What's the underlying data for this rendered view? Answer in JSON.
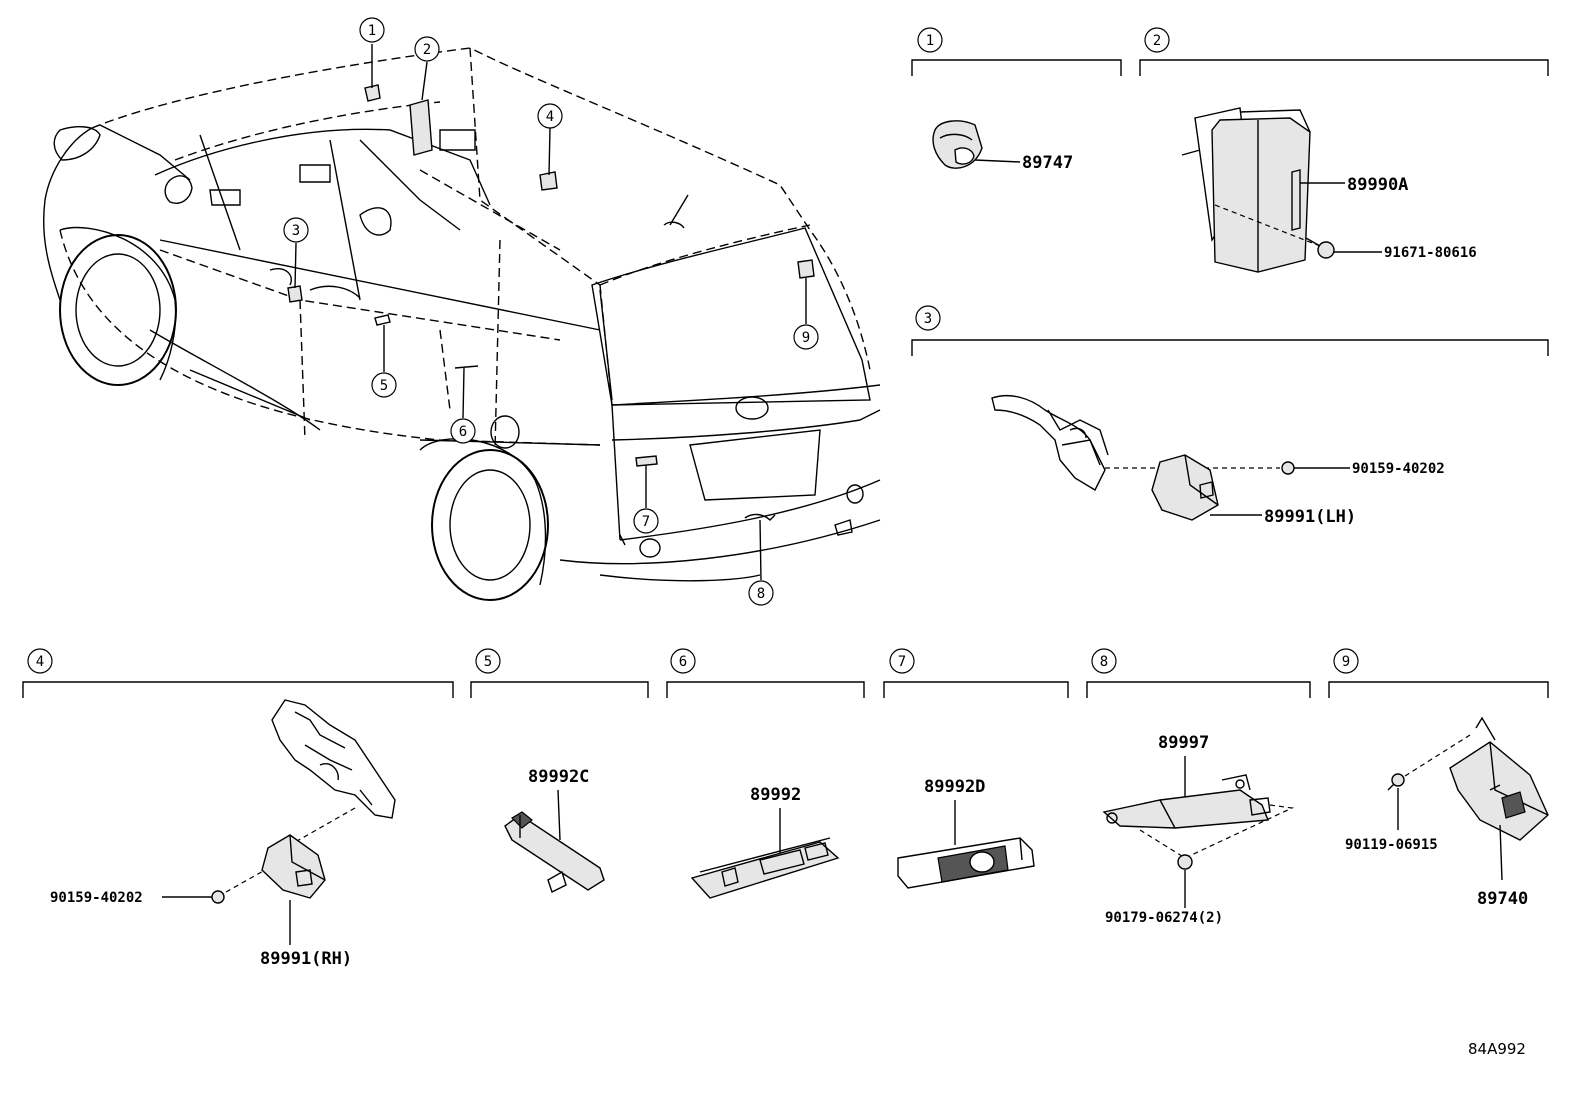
{
  "callouts": [
    "1",
    "2",
    "3",
    "4",
    "5",
    "6",
    "7",
    "8",
    "9"
  ],
  "sections": {
    "s1": {
      "num": "1",
      "parts": [
        "89747"
      ]
    },
    "s2": {
      "num": "2",
      "parts": [
        "89990A",
        "91671-80616"
      ]
    },
    "s3": {
      "num": "3",
      "parts": [
        "90159-40202",
        "89991(LH)"
      ]
    },
    "s4": {
      "num": "4",
      "parts": [
        "90159-40202",
        "89991(RH)"
      ]
    },
    "s5": {
      "num": "5",
      "parts": [
        "89992C"
      ]
    },
    "s6": {
      "num": "6",
      "parts": [
        "89992"
      ]
    },
    "s7": {
      "num": "7",
      "parts": [
        "89992D"
      ]
    },
    "s8": {
      "num": "8",
      "parts": [
        "89997",
        "90179-06274(2)"
      ]
    },
    "s9": {
      "num": "9",
      "parts": [
        "90119-06915",
        "89740"
      ]
    }
  },
  "drawing_code": "84A992"
}
